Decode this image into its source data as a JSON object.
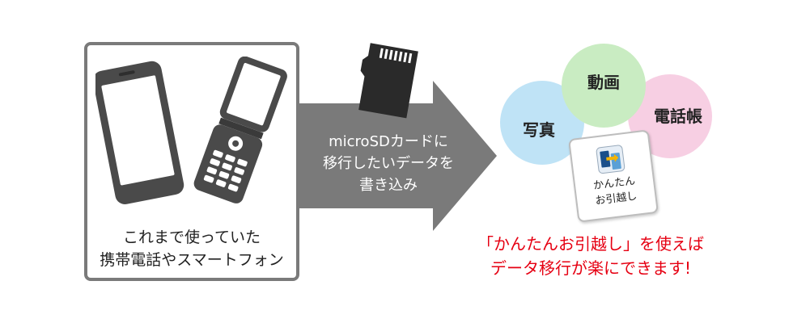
{
  "left_box": {
    "caption_line1": "これまで使っていた",
    "caption_line2": "携帯電話やスマートフォン"
  },
  "arrow": {
    "line1": "microSDカードに",
    "line2": "移行したいデータを",
    "line3": "書き込み"
  },
  "bubbles": {
    "photo": "写真",
    "video": "動画",
    "phonebook": "電話帳"
  },
  "app": {
    "name_line1": "かんたん",
    "name_line2": "お引越し"
  },
  "promo": {
    "line1": "「かんたんお引越し」を使えば",
    "line2": "データ移行が楽にできます!"
  },
  "colors": {
    "arrow": "#7a7a7a",
    "promo_text": "#e60012",
    "bubble_photo": "#bfe3f6",
    "bubble_video": "#c9ecc2",
    "bubble_phonebook": "#f7cfe3"
  },
  "icons": [
    "smartphone-icon",
    "flip-phone-icon",
    "microsd-card-icon",
    "app-icon"
  ]
}
